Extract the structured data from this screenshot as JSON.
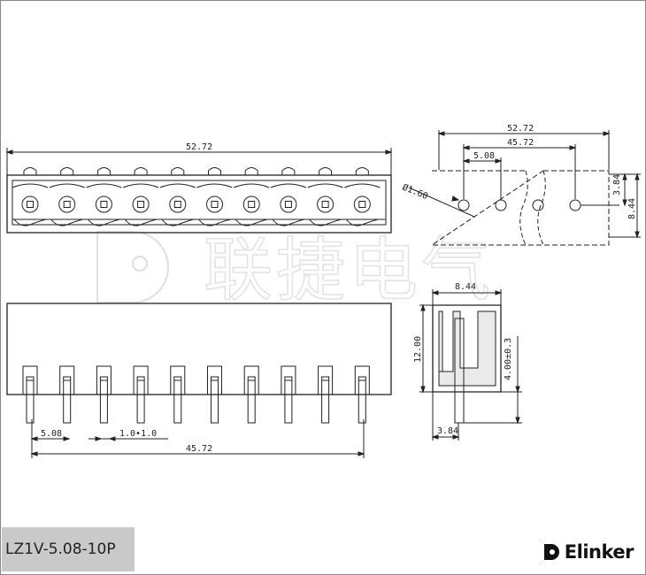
{
  "title_block": {
    "part_number": "LZ1V-5.08-10P",
    "brand": "Elinker"
  },
  "watermark": {
    "text": "联捷电气"
  },
  "front_view": {
    "overall_width": "52.72",
    "pin_count": 10
  },
  "pin_view": {
    "pitch": "5.08",
    "pin_section": "1.0•1.0",
    "span": "45.72"
  },
  "hole_pattern": {
    "overall_width": "52.72",
    "span": "45.72",
    "pitch": "5.08",
    "hole_dia": "Ø1.60",
    "offset": "3.84",
    "height": "8.44"
  },
  "side_view": {
    "width": "8.44",
    "height": "12.00",
    "pin_length": "4.00±0.3",
    "pin_offset": "3.84"
  }
}
